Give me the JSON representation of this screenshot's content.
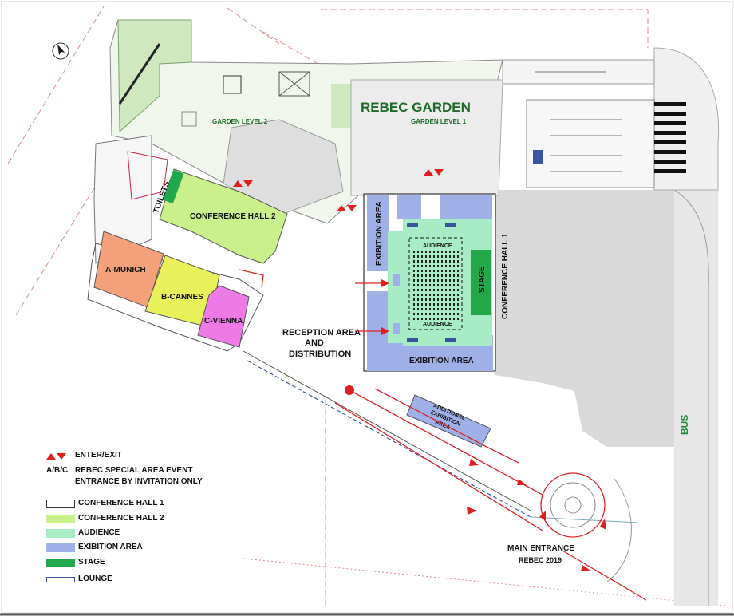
{
  "colors": {
    "conference_hall_1": "#ffffff",
    "conference_hall_2": "#c9f08a",
    "audience": "#a8ecc5",
    "exhibition": "#9fb0e8",
    "stage": "#22a84a",
    "munich": "#f4a07a",
    "cannes": "#e8f05a",
    "vienna": "#ee7ae6",
    "arrow": "#e02020",
    "garden": "#cfe8c0",
    "road": "#d9d9d9",
    "green_text": "#1e6a2a"
  },
  "map": {
    "garden_title": "REBEC GARDEN",
    "garden_level_2": "GARDEN LEVEL 2",
    "garden_level_1": "GARDEN LEVEL 1",
    "toilets": "TOILETS",
    "conference_hall_2": "CONFERENCE HALL 2",
    "munich": "A-MUNICH",
    "cannes": "B-CANNES",
    "vienna": "C-VIENNA",
    "exhibition_top": "EXIBITION AREA",
    "exhibition_bottom": "EXIBITION AREA",
    "audience_top": "AUDIENCE",
    "audience_bottom": "AUDIENCE",
    "stage": "STAGE",
    "conference_hall_1": "CONFERENCE HALL 1",
    "reception_line1": "RECEPTION AREA",
    "reception_line2": "AND",
    "reception_line3": "DISTRIBUTION",
    "additional_line1": "ADDITIONAL",
    "additional_line2": "EXHIBITION",
    "additional_line3": "AREA",
    "bus": "BUS",
    "main_entrance": "MAIN ENTRANCE",
    "main_entrance_sub": "REBEC 2019"
  },
  "legend": {
    "enter_exit": "ENTER/EXIT",
    "special_key": "A/B/C",
    "special_line1": "REBEC SPECIAL AREA EVENT",
    "special_line2": "ENTRANCE BY INVITATION ONLY",
    "items": [
      {
        "label": "CONFERENCE HALL 1",
        "color": "#ffffff"
      },
      {
        "label": "CONFERENCE HALL 2",
        "color": "#c9f08a"
      },
      {
        "label": "AUDIENCE",
        "color": "#a8ecc5"
      },
      {
        "label": "EXIBITION AREA",
        "color": "#9fb0e8"
      },
      {
        "label": "STAGE",
        "color": "#22a84a"
      },
      {
        "label": "LOUNGE",
        "color": "#ffffff"
      }
    ]
  },
  "icons": [
    "north-arrow-icon",
    "enter-exit-icon",
    "entrance-marker-icon"
  ]
}
